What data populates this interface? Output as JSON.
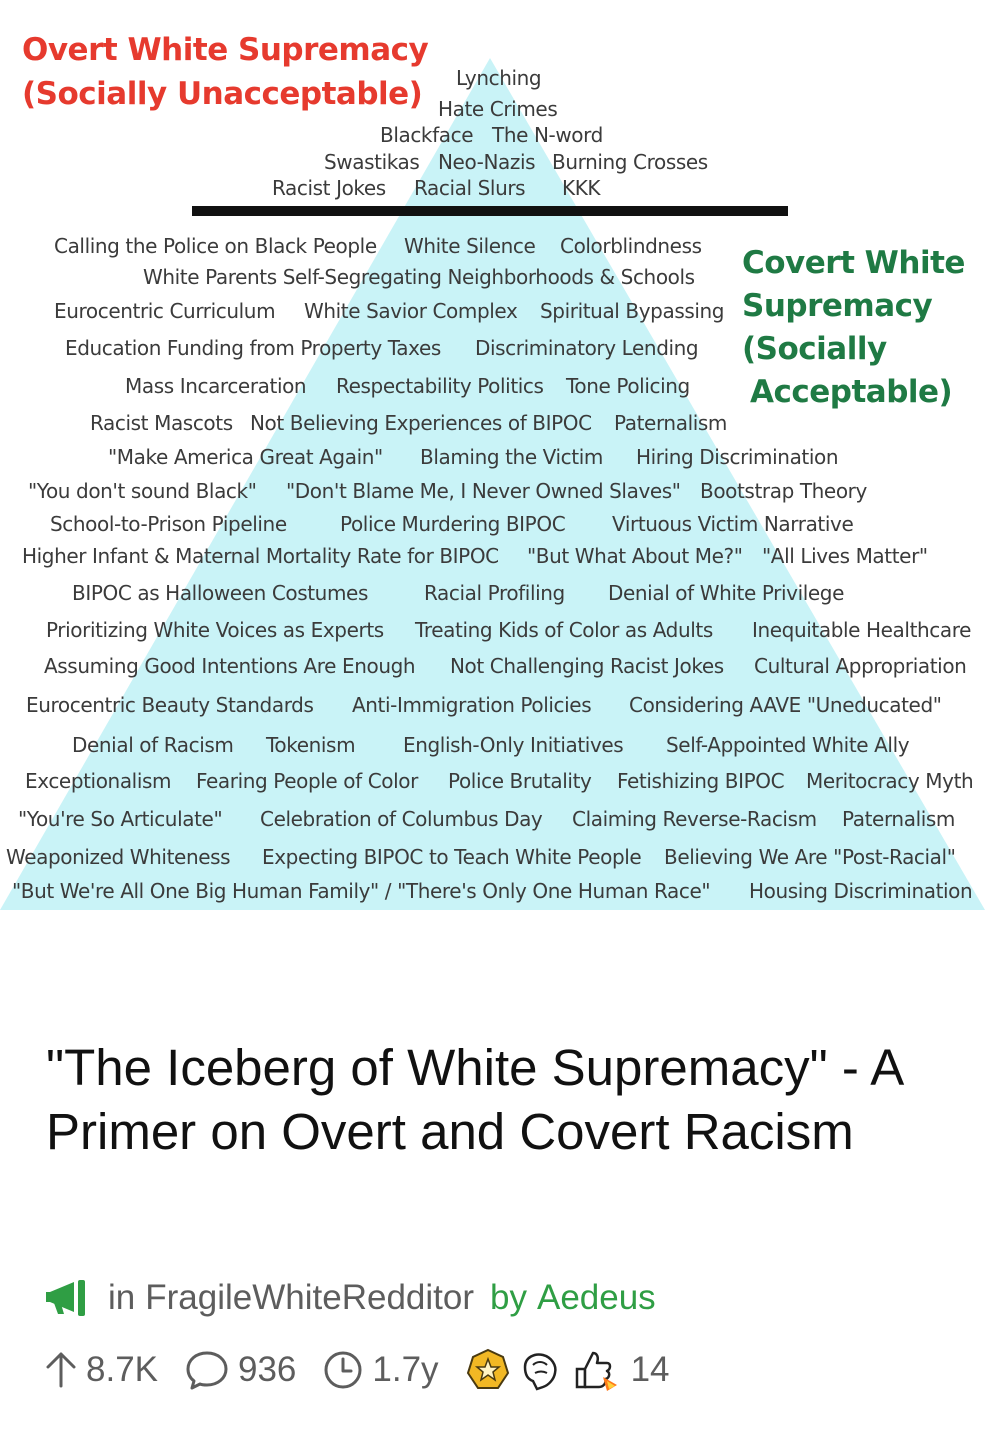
{
  "graphic": {
    "overt_heading": [
      "Overt White Supremacy",
      "(Socially Unacceptable)"
    ],
    "covert_heading": [
      "Covert White",
      "Supremacy",
      "(Socially",
      "Acceptable)"
    ],
    "colors": {
      "overt": "#e63a2e",
      "covert": "#1f7a44",
      "iceberg": "#c9f3f7",
      "divider": "#111111"
    },
    "overt_terms": [
      "Lynching",
      "Hate Crimes",
      "Blackface",
      "The N-word",
      "Swastikas",
      "Neo-Nazis",
      "Burning Crosses",
      "Racist Jokes",
      "Racial Slurs",
      "KKK"
    ],
    "covert_terms": [
      "Calling the Police on Black People",
      "White Silence",
      "Colorblindness",
      "White Parents Self-Segregating Neighborhoods & Schools",
      "Eurocentric Curriculum",
      "White Savior Complex",
      "Spiritual Bypassing",
      "Education Funding from Property Taxes",
      "Discriminatory Lending",
      "Mass Incarceration",
      "Respectability Politics",
      "Tone Policing",
      "Racist Mascots",
      "Not Believing Experiences of BIPOC",
      "Paternalism",
      "\"Make America Great Again\"",
      "Blaming the Victim",
      "Hiring Discrimination",
      "\"You don't sound Black\"",
      "\"Don't Blame Me, I Never Owned Slaves\"",
      "Bootstrap Theory",
      "School-to-Prison Pipeline",
      "Police Murdering BIPOC",
      "Virtuous Victim Narrative",
      "Higher Infant & Maternal Mortality Rate for BIPOC",
      "\"But What About Me?\"",
      "\"All Lives Matter\"",
      "BIPOC as Halloween Costumes",
      "Racial Profiling",
      "Denial of White Privilege",
      "Prioritizing White Voices as Experts",
      "Treating Kids of Color as Adults",
      "Inequitable Healthcare",
      "Assuming Good Intentions Are Enough",
      "Not Challenging Racist Jokes",
      "Cultural Appropriation",
      "Eurocentric Beauty Standards",
      "Anti-Immigration Policies",
      "Considering AAVE \"Uneducated\"",
      "Denial of Racism",
      "Tokenism",
      "English-Only Initiatives",
      "Self-Appointed White Ally",
      "Exceptionalism",
      "Fearing People of Color",
      "Police Brutality",
      "Fetishizing BIPOC",
      "Meritocracy Myth",
      "\"You're So Articulate\"",
      "Celebration of Columbus Day",
      "Claiming Reverse-Racism",
      "Paternalism",
      "Weaponized Whiteness",
      "Expecting BIPOC to Teach White People",
      "Believing We Are \"Post-Racial\"",
      "\"But We're All One Big Human Family\" / \"There's Only One Human Race\"",
      "Housing Discrimination"
    ]
  },
  "post": {
    "title": "\"The Iceberg of White Supremacy\" - A Primer on Overt and Covert Racism",
    "in_label": "in",
    "subreddit": "FragileWhiteRedditor",
    "by_label": "by",
    "author": "Aedeus",
    "subreddit_icon": "megaphone-icon",
    "accent_color": "#2f9e44"
  },
  "stats": {
    "upvotes": "8.7K",
    "comments": "936",
    "age": "1.7y",
    "awards_count": "14",
    "award_icons": [
      "gold-award-icon",
      "hand-award-icon",
      "rocket-like-award-icon"
    ]
  }
}
